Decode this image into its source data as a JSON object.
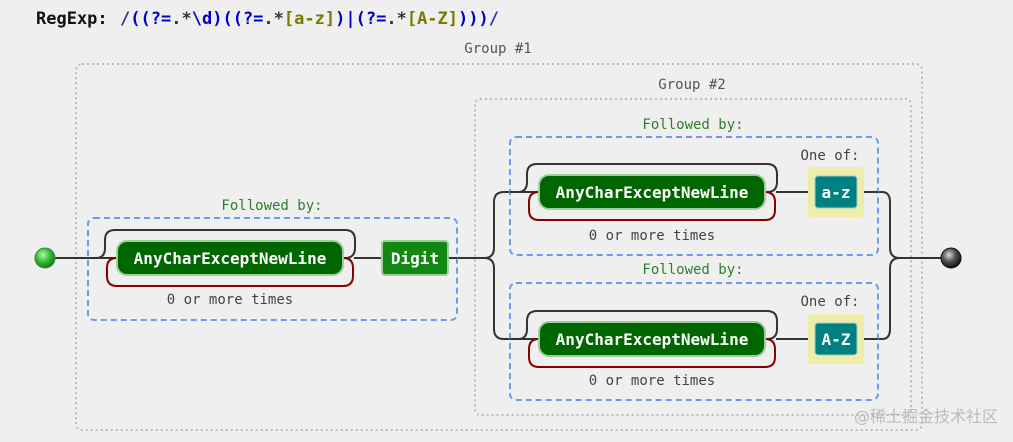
{
  "header": {
    "label": "RegExp:",
    "regex_tokens": [
      {
        "text": "/",
        "color": "#333399"
      },
      {
        "text": "(",
        "color": "#0000cc"
      },
      {
        "text": "(?=",
        "color": "#0000cc"
      },
      {
        "text": ".*",
        "color": "#333333"
      },
      {
        "text": "\\d",
        "color": "#0000cc"
      },
      {
        "text": ")",
        "color": "#0000cc"
      },
      {
        "text": "(",
        "color": "#0000cc"
      },
      {
        "text": "(?=",
        "color": "#0000cc"
      },
      {
        "text": ".*",
        "color": "#333333"
      },
      {
        "text": "[",
        "color": "#7a7a00"
      },
      {
        "text": "a-z",
        "color": "#7a7a00"
      },
      {
        "text": "]",
        "color": "#7a7a00"
      },
      {
        "text": ")",
        "color": "#0000cc"
      },
      {
        "text": "|",
        "color": "#0000cc"
      },
      {
        "text": "(?=",
        "color": "#0000cc"
      },
      {
        "text": ".*",
        "color": "#333333"
      },
      {
        "text": "[",
        "color": "#7a7a00"
      },
      {
        "text": "A-Z",
        "color": "#7a7a00"
      },
      {
        "text": "]",
        "color": "#7a7a00"
      },
      {
        "text": ")",
        "color": "#0000cc"
      },
      {
        "text": ")",
        "color": "#0000cc"
      },
      {
        "text": ")",
        "color": "#0000cc"
      },
      {
        "text": "/",
        "color": "#333399"
      }
    ]
  },
  "groups": {
    "group1_label": "Group #1",
    "group2_label": "Group #2"
  },
  "lookaheads": {
    "main": {
      "label": "Followed by:",
      "node": "AnyCharExceptNewLine",
      "repeat": "0 or more times",
      "digit": "Digit"
    },
    "upper_branch": {
      "label": "Followed by:",
      "node": "AnyCharExceptNewLine",
      "repeat": "0 or more times",
      "one_of": "One of:",
      "range": "a-z"
    },
    "lower_branch": {
      "label": "Followed by:",
      "node": "AnyCharExceptNewLine",
      "repeat": "0 or more times",
      "one_of": "One of:",
      "range": "A-Z"
    }
  },
  "watermark": "@稀土掘金技术社区",
  "colors": {
    "background": "#efefef",
    "node_green": "#006600",
    "node_stroke": "#9ccf9c",
    "digit_green": "#118811",
    "range_teal": "#008080",
    "range_bg": "#eeeeaa",
    "lookahead_blue": "#6b9bea",
    "group_gray": "#bbbbbb",
    "loop_dark": "#333333",
    "loop_red": "#880000",
    "label_green": "#338833",
    "start_green": "#44cc44",
    "end_dark": "#333333"
  }
}
